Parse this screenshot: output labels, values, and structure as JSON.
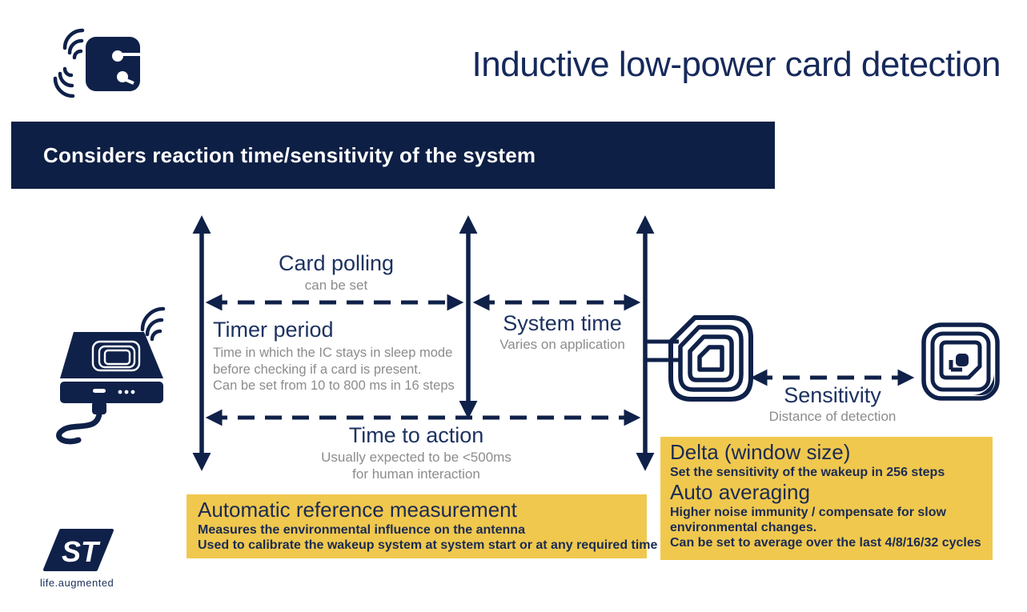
{
  "header": {
    "title": "Inductive low-power card detection"
  },
  "banner": {
    "text": "Considers reaction time/sensitivity of the system"
  },
  "diagram": {
    "card_polling": {
      "title": "Card polling",
      "subtitle": "can be set"
    },
    "timer_period": {
      "title": "Timer period",
      "lines": [
        "Time in which the IC stays in sleep mode",
        "before checking if a card is present.",
        "Can be set from 10 to 800 ms in 16 steps"
      ]
    },
    "system_time": {
      "title": "System time",
      "subtitle": "Varies on application"
    },
    "time_to_action": {
      "title": "Time to action",
      "lines": [
        "Usually expected to be <500ms",
        "for human interaction"
      ]
    },
    "sensitivity": {
      "title": "Sensitivity",
      "subtitle": "Distance of detection"
    }
  },
  "callouts": {
    "auto_reference": {
      "title": "Automatic reference measurement",
      "lines": [
        "Measures the environmental influence on the antenna",
        "Used to calibrate the wakeup system at system start or at any required time"
      ]
    },
    "delta": {
      "title": "Delta (window size)",
      "line": "Set the sensitivity of the wakeup in 256 steps"
    },
    "auto_averaging": {
      "title": "Auto averaging",
      "lines": [
        "Higher noise immunity / compensate for slow",
        "environmental changes.",
        "Can be set to average over the last 4/8/16/32 cycles"
      ]
    }
  },
  "footer": {
    "logo_text": "ST",
    "tagline": "life.augmented"
  },
  "icons": {
    "wallet_nfc": "contactless-wallet-icon",
    "reader_device": "card-reader-device-icon",
    "antenna_coil": "reader-antenna-coil-icon",
    "nfc_tag": "nfc-tag-coil-icon",
    "st_logo": "st-microelectronics-logo"
  },
  "colors": {
    "navy_shape": "#0f2149",
    "navy_text": "#1d3260",
    "gray_text": "#8c8c8c",
    "yellow": "#f0c84e"
  }
}
